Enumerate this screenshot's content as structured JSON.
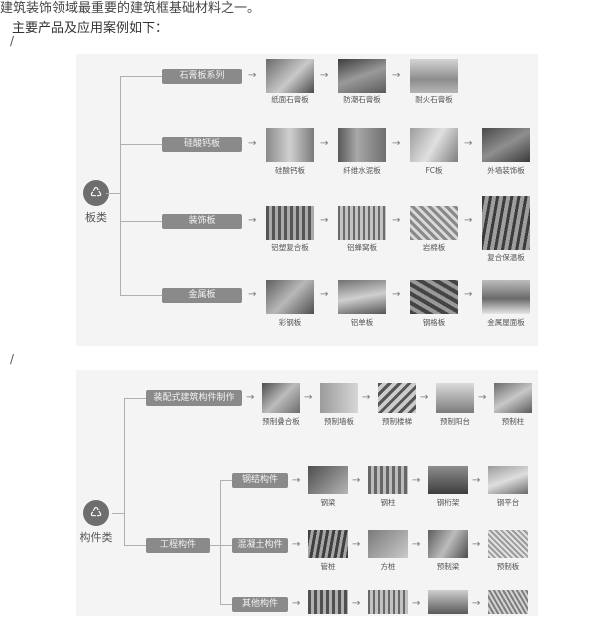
{
  "header": {
    "top_line": "建筑装饰领域最重要的建筑框基础材料之一。",
    "intro": "主要产品及应用案例如下：",
    "slash1": "/",
    "slash2": "/"
  },
  "panel1": {
    "root_icon": "♺",
    "root_label": "板类",
    "rows": [
      {
        "label": "石膏板系列",
        "items": [
          "纸面石膏板",
          "防潮石膏板",
          "耐火石膏板"
        ]
      },
      {
        "label": "硅酸钙板",
        "items": [
          "硅酸钙板",
          "纤维水泥板",
          "FC板",
          "外墙装饰板"
        ]
      },
      {
        "label": "装饰板",
        "items": [
          "铝塑复合板",
          "铝蜂窝板",
          "岩棉板",
          "复合保温板"
        ]
      },
      {
        "label": "金属板",
        "items": [
          "彩钢板",
          "铝单板",
          "钢格板",
          "金属屋面板"
        ]
      }
    ]
  },
  "panel2": {
    "root_icon": "♺",
    "root_label": "构件类",
    "top_branch": {
      "label": "装配式建筑构件制作",
      "items": [
        "预制叠合板",
        "预制墙板",
        "预制楼梯",
        "预制阳台",
        "预制柱"
      ]
    },
    "mid_branch": "工程构件",
    "sub_rows": [
      {
        "label": "钢结构件",
        "items": [
          "钢梁",
          "钢柱",
          "钢桁架",
          "钢平台"
        ]
      },
      {
        "label": "混凝土构件",
        "items": [
          "管桩",
          "方桩",
          "预制梁",
          "预制板"
        ]
      },
      {
        "label": "其他构件",
        "items": [
          "",
          "",
          "",
          ""
        ]
      }
    ]
  },
  "colors": {
    "panel_bg": "#f4f4f4",
    "button_bg": "#8a8a8a",
    "line": "#b0b0b0"
  }
}
